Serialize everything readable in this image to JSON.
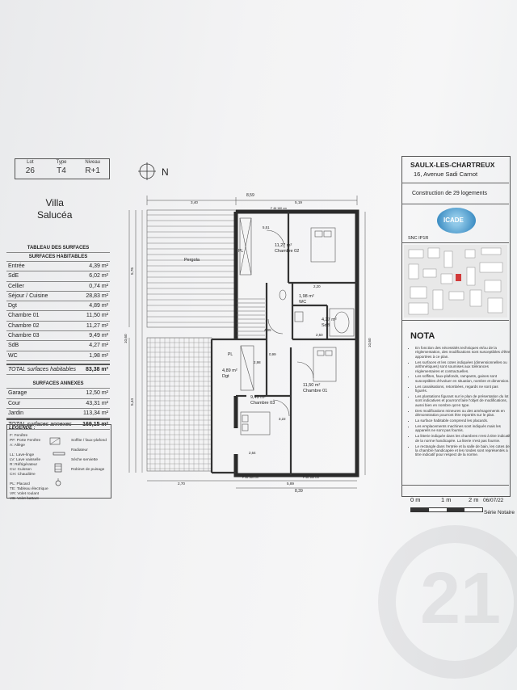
{
  "lot_header": {
    "lot_label": "Lot",
    "type_label": "Type",
    "niveau_label": "Niveau",
    "lot": "26",
    "type": "T4",
    "niveau": "R+1"
  },
  "villa_name": "Villa\nSalucéa",
  "surfaces": {
    "title": "TABLEAU DES SURFACES",
    "habitables_title": "SURFACES HABITABLES",
    "habitables": [
      {
        "name": "Entrée",
        "value": "4,39 m²"
      },
      {
        "name": "SdE",
        "value": "6,02 m²"
      },
      {
        "name": "Cellier",
        "value": "0,74 m²"
      },
      {
        "name": "Séjour / Cuisine",
        "value": "28,83 m²"
      },
      {
        "name": "Dgt",
        "value": "4,89 m²"
      },
      {
        "name": "Chambre 01",
        "value": "11,50 m²"
      },
      {
        "name": "Chambre 02",
        "value": "11,27 m²"
      },
      {
        "name": "Chambre 03",
        "value": "9,49 m²"
      },
      {
        "name": "SdB",
        "value": "4,27 m²"
      },
      {
        "name": "WC",
        "value": "1,98 m²"
      }
    ],
    "habitables_total_label": "TOTAL surfaces habitables",
    "habitables_total": "83,38 m²",
    "annexes_title": "SURFACES ANNEXES",
    "annexes": [
      {
        "name": "Garage",
        "value": "12,50 m²"
      },
      {
        "name": "Cour",
        "value": "43,31 m²"
      },
      {
        "name": "Jardin",
        "value": "113,34 m²"
      }
    ],
    "annexes_total_label": "TOTAL surfaces annexes",
    "annexes_total": "169,15 m²"
  },
  "legend": {
    "title": "LEGENDE :",
    "col1": [
      "F: Fenêtre",
      "PF: Porte Fenêtre",
      "A: Allège",
      "",
      "LL: Lave-linge",
      "LV: Lave vaisselle",
      "R: Réfrigérateur",
      "CU: Cuisson",
      "CH: Chaudière",
      "",
      "PL: Placard",
      "TE: Tableau électrique",
      "VR: Volet roulant",
      "VB: Volet battant"
    ],
    "col2": [
      "Soffite / faux-plafond",
      "",
      "Radiateur",
      "",
      "Sèche serviette",
      "",
      "Robinet de puisage"
    ]
  },
  "plan": {
    "north": "N",
    "rooms": [
      {
        "area": "11,27 m²",
        "name": "Chambre 02"
      },
      {
        "area": "1,98 m²",
        "name": "WC"
      },
      {
        "area": "4,27 m²",
        "name": "SdB"
      },
      {
        "area": "4,89 m²",
        "name": "Dgt"
      },
      {
        "area": "11,50 m²",
        "name": "Chambre 01"
      },
      {
        "area": "9,49 m²",
        "name": "Chambre 03"
      }
    ],
    "pergola": "Pergola",
    "pl": "PL",
    "dims_top": [
      "8,59",
      "3,40",
      "5,19"
    ],
    "dims_bottom": [
      "2,70",
      "5,89",
      "8,39"
    ],
    "dims_left": [
      "5,76",
      "5,44",
      "10,60"
    ],
    "dims_right": [
      "10,60"
    ],
    "dims_inner": [
      "5,51",
      "2,20",
      "2,50",
      "2,64",
      "2,98",
      "3,22",
      "4,05",
      "0,99"
    ],
    "note_top": "F 46 160 cm",
    "note_bottom1": "F 46 160 cm",
    "note_bottom2": "F 46 160 cm"
  },
  "project": {
    "city": "SAULX-LES-CHARTREUX",
    "address": "16, Avenue Sadi Carnot",
    "construction": "Construction de 29 logements",
    "brand": "ICADE",
    "snc": "SNC IP1R",
    "nota_title": "NOTA",
    "nota": [
      "En fonction des nécessités techniques et/ou de la réglementation, des modifications sont susceptibles d'être apportées à ce plan.",
      "Les surfaces et les cotes indiquées (dimensionnelles ou arithmétiques) sont soumises aux tolérances réglementaires et contractuelles.",
      "Les soffites, faux-plafonds, rampants, gaines sont susceptibles d'évoluer en situation, nombre et dimension.",
      "Les canalisations, retombées, regards ne sont pas figurés.",
      "Les plantations figurant sur le plan de présentation du lot sont indicatives et pourront faire l'objet de modifications, aussi bien en nombre qu'en type.",
      "Des modifications mineures ou des aménagements en démonstration pourront être reportés sur le plan.",
      "La surface habitable comprend les placards.",
      "Les emplacements machines sont indiqués mais les appareils ne sont pas fournis.",
      "La litterie indiquée dans les chambres n'est à titre indicatif de la norme handicapée. La literie n'est pas fournie.",
      "Le rectangle dans l'entrée et la salle de bain, les cotes de la chambre handicapée et les rondes sont représentés à titre indicatif pour respect de la norme."
    ],
    "scale": [
      "0 m",
      "1 m",
      "2 m"
    ],
    "date": "06/07/22",
    "serie": "Série Notaire"
  },
  "watermark": "21"
}
